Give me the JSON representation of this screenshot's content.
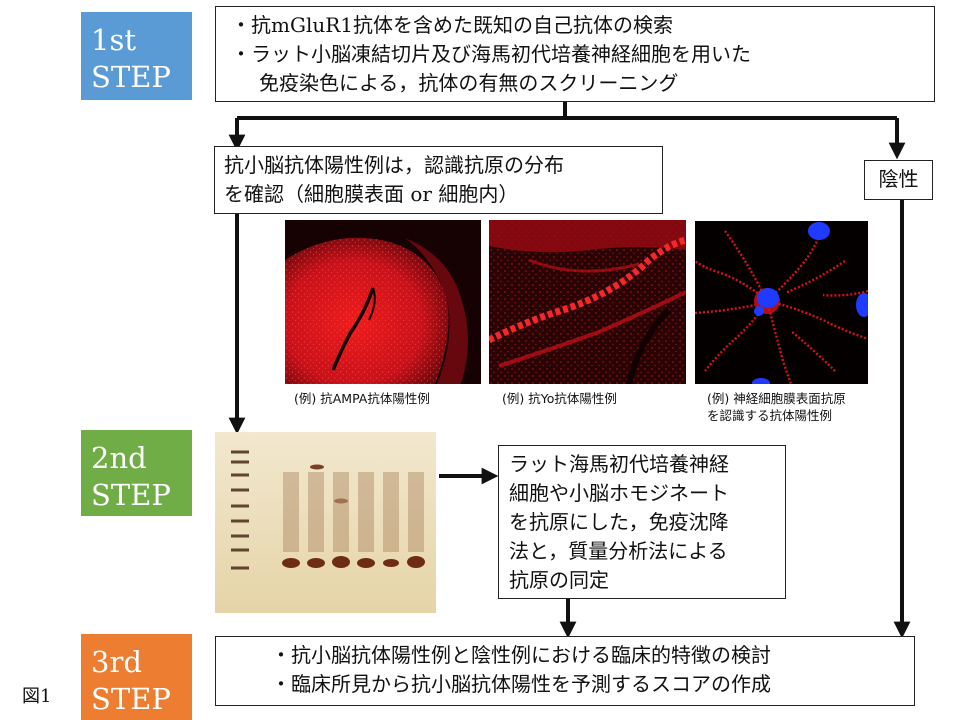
{
  "steps": {
    "first": {
      "line1": "1st",
      "line2": "STEP",
      "color": "#5B9BD5"
    },
    "second": {
      "line1": "2nd",
      "line2": "STEP",
      "color": "#70AD47"
    },
    "third": {
      "line1": "3rd",
      "line2": "STEP",
      "color": "#ED7D31"
    }
  },
  "step1_box": {
    "line1": "・抗mGluR1抗体を含めた既知の自己抗体の検索",
    "line2": "・ラット小脳凍結切片及び海馬初代培養神経細胞を用いた",
    "line3": "免疫染色による，抗体の有無のスクリーニング"
  },
  "positive_box": {
    "line1": "抗小脳抗体陽性例は，認識抗原の分布",
    "line2": "を確認（細胞膜表面 or 細胞内）"
  },
  "negative_box": {
    "label": "陰性"
  },
  "micrographs": [
    {
      "caption": "(例) 抗AMPA抗体陽性例"
    },
    {
      "caption": "(例) 抗Yo抗体陽性例"
    },
    {
      "caption_line1": "(例) 神経細胞膜表面抗原",
      "caption_line2": "を認識する抗体陽性例"
    }
  ],
  "step2_box": {
    "line1": "ラット海馬初代培養神経",
    "line2": "細胞や小脳ホモジネート",
    "line3": "を抗原にした，免疫沈降",
    "line4": "法と，質量分析法による",
    "line5": "抗原の同定"
  },
  "step3_box": {
    "line1": "・抗小脳抗体陽性例と陰性例における臨床的特徴の検討",
    "line2": "・臨床所見から抗小脳抗体陽性を予測するスコアの作成"
  },
  "figure_label": "図1",
  "colors": {
    "arrow": "#111111",
    "stain_red": "#E0141E",
    "nucleus_blue": "#1F3BFF",
    "gel_bg": "#EFE3C4",
    "gel_band": "#6E2C14"
  }
}
